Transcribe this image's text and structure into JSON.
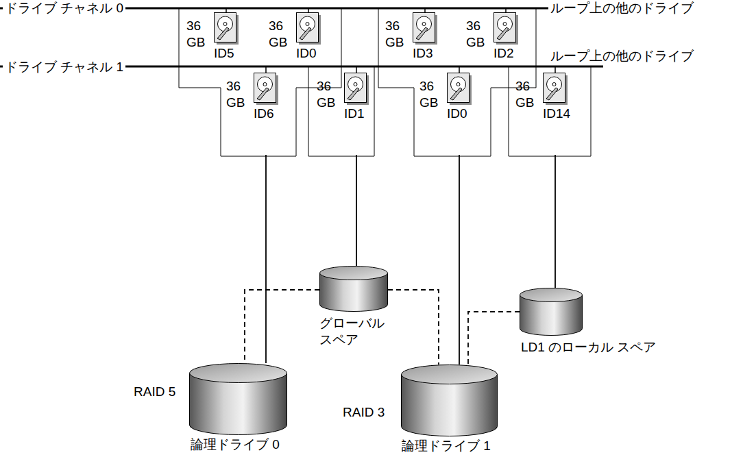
{
  "diagram": {
    "nodes": [
      {
        "text": [
          "36 GB",
          "ID5"
        ]
      },
      {
        "text": [
          "36 GB",
          "ID0"
        ]
      },
      {
        "text": [
          "36 GB",
          "ID3"
        ]
      },
      {
        "text": [
          "36 GB",
          "ID2"
        ]
      },
      {
        "text": [
          "36 GB",
          "ID6"
        ]
      },
      {
        "text": [
          "36 GB",
          "ID1"
        ]
      },
      {
        "text": [
          "36 GB",
          "ID0"
        ]
      },
      {
        "text": [
          "36 GB",
          "ID14"
        ]
      },
      {
        "text": [
          "グローバル スペア"
        ]
      },
      {
        "text": [
          "LD1 のローカル スペア"
        ]
      },
      {
        "text": [
          "RAID 5",
          "論理ドライブ 0"
        ]
      },
      {
        "text": [
          "RAID 3",
          "論理ドライブ 1"
        ]
      }
    ],
    "edges": [
      {
        "from": 4,
        "to": 10,
        "arrow": "none"
      },
      {
        "from": 5,
        "to": 8,
        "arrow": "none"
      },
      {
        "from": 6,
        "to": 11,
        "arrow": "none"
      },
      {
        "from": 7,
        "to": 9,
        "arrow": "none"
      },
      {
        "from": 8,
        "to": 10,
        "arrow": "none"
      },
      {
        "from": 8,
        "to": 11,
        "arrow": "none"
      },
      {
        "from": 9,
        "to": 11,
        "arrow": "none"
      }
    ],
    "labels": [
      "ドライブ チャネル 0",
      "ループ上の他のドライブ",
      "ドライブ チャネル 1",
      "ループ上の他のドライブ"
    ]
  }
}
